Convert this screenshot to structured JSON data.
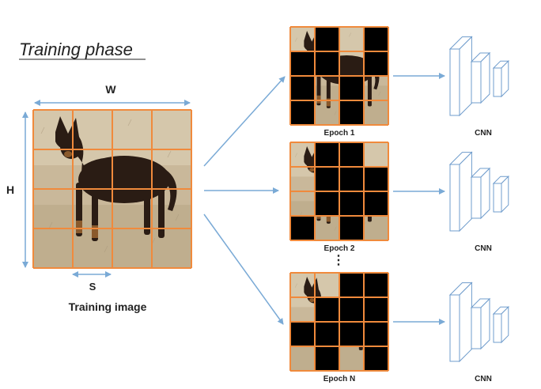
{
  "title": "Training phase",
  "labels": {
    "width": "W",
    "height": "H",
    "stride": "S",
    "training_image": "Training image",
    "ellipsis": "⋮"
  },
  "epochs": [
    {
      "label": "Epoch 1",
      "model": "CNN",
      "mask": [
        [
          0,
          1,
          0,
          1
        ],
        [
          1,
          1,
          0,
          1
        ],
        [
          1,
          0,
          1,
          0
        ],
        [
          1,
          0,
          1,
          0
        ]
      ]
    },
    {
      "label": "Epoch 2",
      "model": "CNN",
      "mask": [
        [
          0,
          1,
          1,
          0
        ],
        [
          0,
          1,
          1,
          1
        ],
        [
          0,
          1,
          1,
          1
        ],
        [
          1,
          0,
          1,
          0
        ]
      ]
    },
    {
      "label": "Epoch N",
      "model": "CNN",
      "mask": [
        [
          0,
          0,
          1,
          1
        ],
        [
          0,
          1,
          1,
          1
        ],
        [
          1,
          1,
          1,
          1
        ],
        [
          0,
          1,
          0,
          1
        ]
      ]
    }
  ],
  "colors": {
    "grid": "#f08a3c",
    "arrow": "#7aaad6",
    "mask": "#000000",
    "cnn_stroke": "#6f9ccc",
    "ground": "#c7b697",
    "dog": "#2a1c14"
  },
  "icons": {
    "arrow": "arrow-right-icon",
    "cnn": "cnn-block-icon"
  }
}
